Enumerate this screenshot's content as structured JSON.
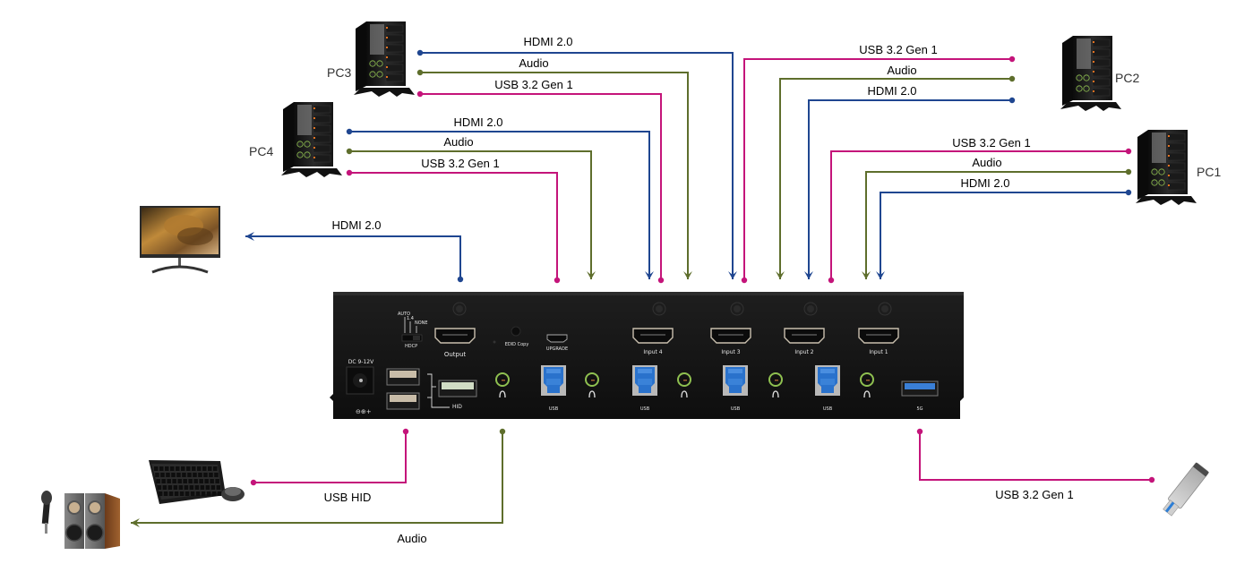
{
  "colors": {
    "hdmi": "#1f4690",
    "audio": "#5e6e2c",
    "usb": "#c4147a",
    "device_body": "#151515",
    "port_blue": "#2a72cc",
    "jack_ring": "#8fc050"
  },
  "computers": [
    {
      "id": "pc3",
      "label": "PC3"
    },
    {
      "id": "pc4",
      "label": "PC4"
    },
    {
      "id": "pc2",
      "label": "PC2"
    },
    {
      "id": "pc1",
      "label": "PC1"
    }
  ],
  "cables": {
    "pc3": {
      "hdmi": "HDMI 2.0",
      "audio": "Audio",
      "usb": "USB 3.2 Gen 1"
    },
    "pc4": {
      "hdmi": "HDMI 2.0",
      "audio": "Audio",
      "usb": "USB 3.2 Gen 1"
    },
    "pc2": {
      "usb": "USB 3.2 Gen 1",
      "audio": "Audio",
      "hdmi": "HDMI 2.0"
    },
    "pc1": {
      "usb": "USB 3.2 Gen 1",
      "audio": "Audio",
      "hdmi": "HDMI 2.0"
    },
    "monitor": "HDMI 2.0",
    "keyboard_mouse": "USB HID",
    "speakers": "Audio",
    "flash_drive": "USB 3.2 Gen 1"
  },
  "kvm_panel": {
    "hdcp": {
      "label": "HDCP",
      "options": [
        "AUTO",
        "1.4",
        "NONE"
      ]
    },
    "power": "DC 9-12V",
    "output": "Output",
    "edid": "EDID Copy",
    "upgrade": "UPGRADE",
    "hid": "HID",
    "inputs": [
      "Input 4",
      "Input 3",
      "Input 2",
      "Input 1"
    ],
    "usb_label": "USB",
    "usb3_label": "5G"
  },
  "peripherals": {
    "monitor": "monitor",
    "keyboard": "keyboard-and-mouse",
    "speakers": "speakers-and-microphone",
    "flash_drive": "usb-flash-drive"
  }
}
